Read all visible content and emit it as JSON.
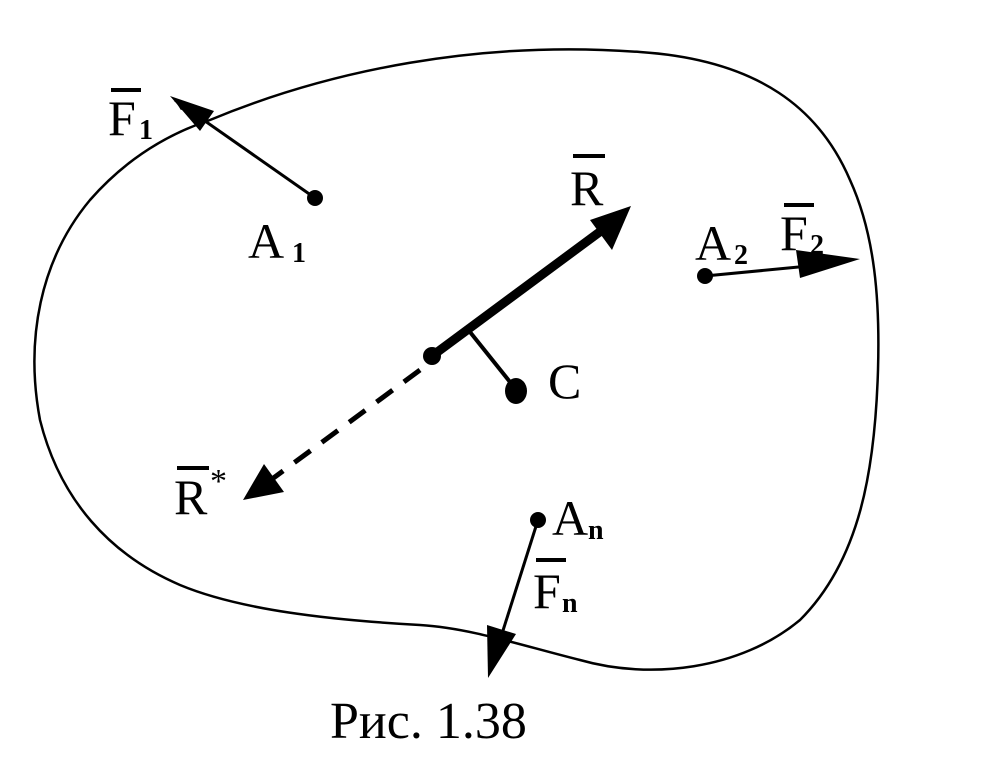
{
  "diagram": {
    "colors": {
      "ink": "#000000",
      "background": "#ffffff"
    },
    "labels": {
      "f1": {
        "main": "F",
        "sub": "1"
      },
      "a1": {
        "main": "A",
        "sub": "1"
      },
      "r": {
        "main": "R"
      },
      "a2": {
        "main": "A",
        "sub": "2"
      },
      "f2": {
        "main": "F",
        "sub": "2"
      },
      "c": {
        "main": "C"
      },
      "r_star": {
        "main": "R",
        "sup": "*"
      },
      "an": {
        "main": "A",
        "sub": "n"
      },
      "fn": {
        "main": "F",
        "sub": "n"
      }
    },
    "caption": "Рис. 1.38"
  }
}
